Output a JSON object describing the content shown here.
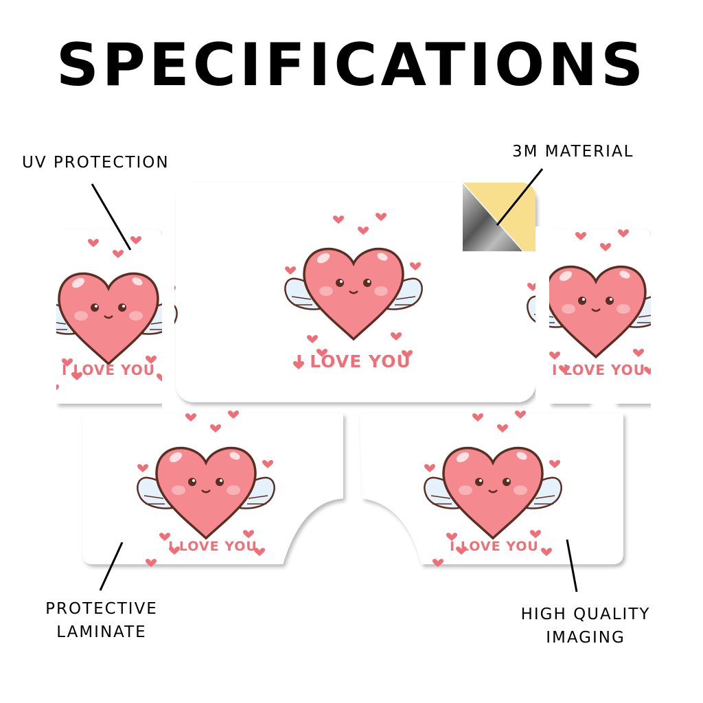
{
  "title": "SPECIFICATIONS",
  "callouts": {
    "uv_protection": "UV PROTECTION",
    "material": "3M MATERIAL",
    "protective_laminate": [
      "PROTECTIVE",
      "LAMINATE"
    ],
    "high_quality_imaging": [
      "HIGH QUALITY",
      "IMAGING"
    ]
  },
  "sticker_text": "I LOVE YOU",
  "colors": {
    "heart": "#f48a8f",
    "heart_outline": "#5a2e22",
    "cheek": "#f7b3b6",
    "wing": "#e6f2fb",
    "accent_hearts": "#ee6f78",
    "adhesive_backing": "#f7df8e",
    "foil": "#8a8a8a"
  },
  "icons": [
    "winged-heart-icon",
    "small-heart-icon",
    "peeled-corner-icon"
  ]
}
